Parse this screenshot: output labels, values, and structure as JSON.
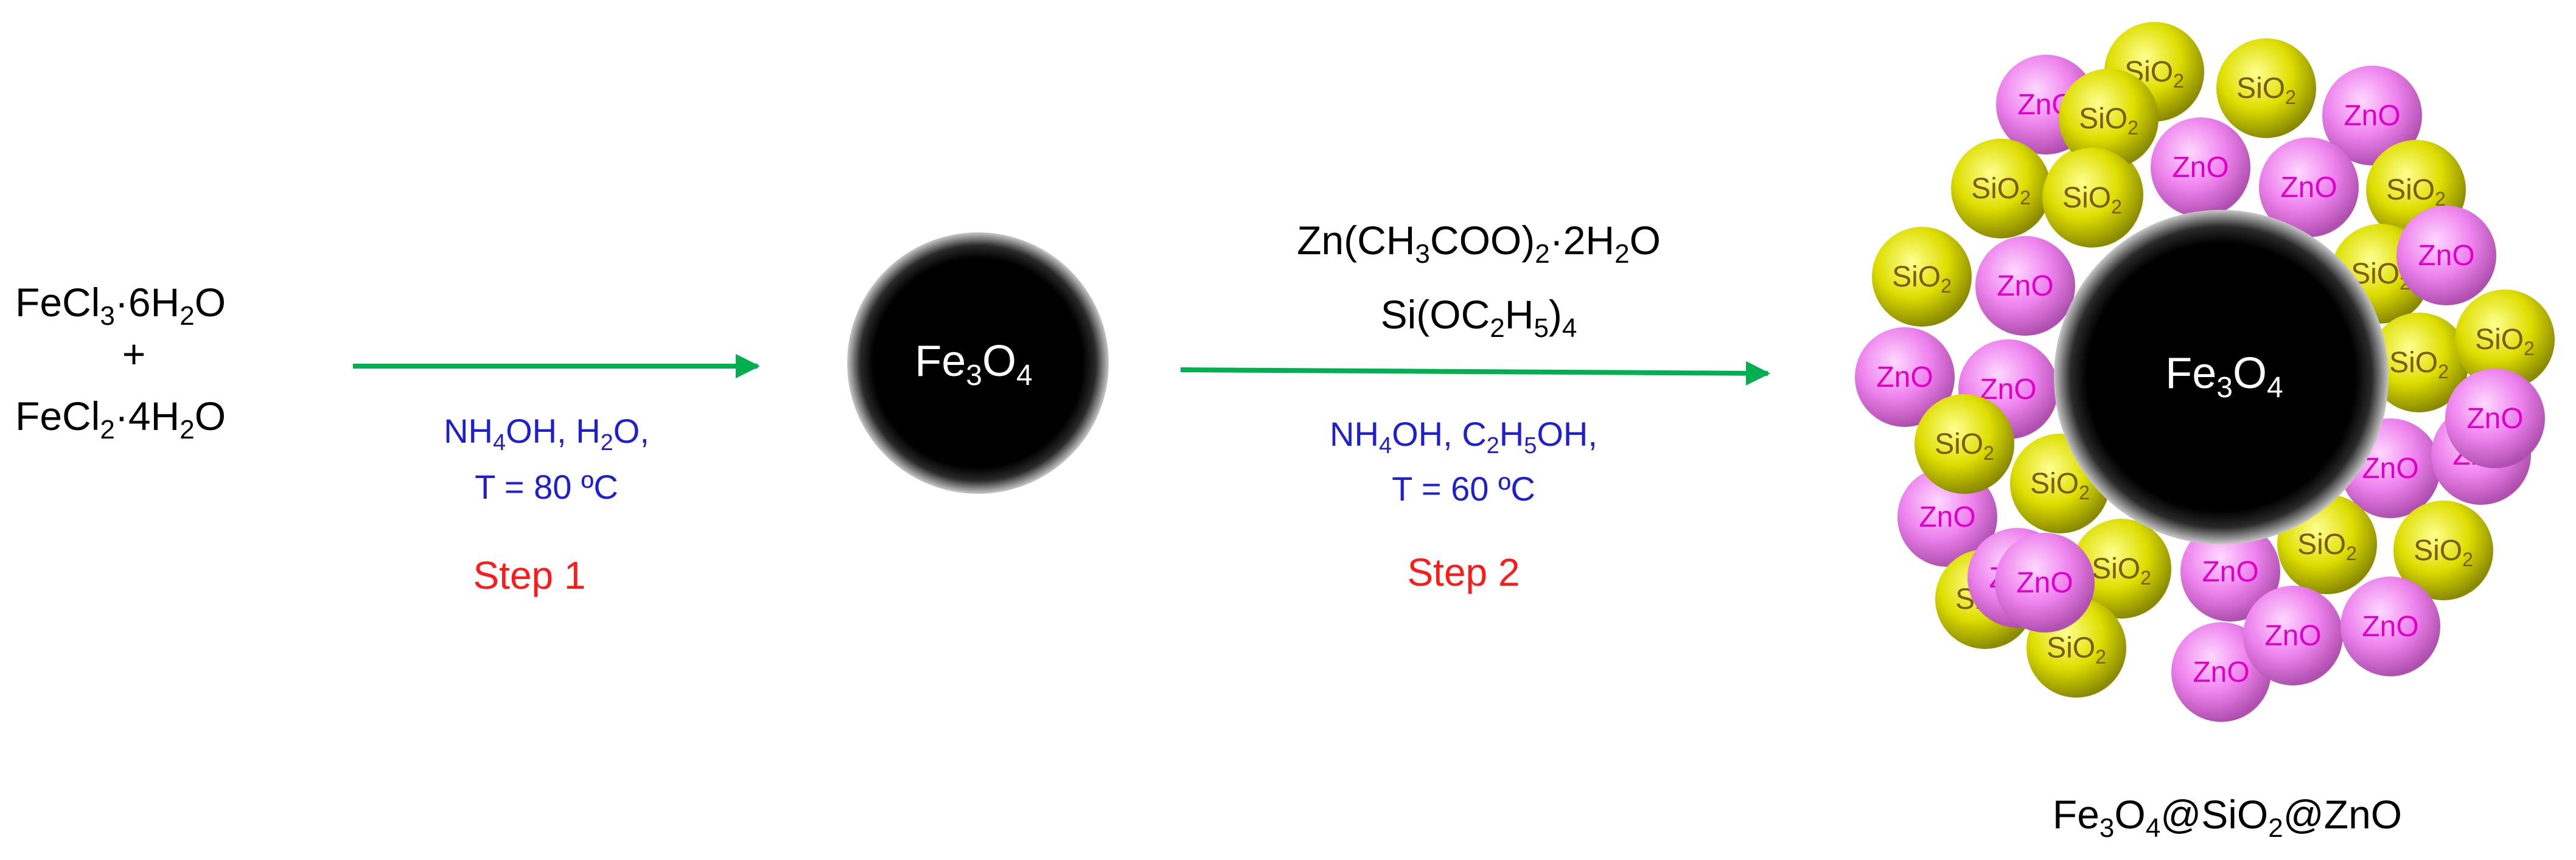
{
  "reactants": {
    "line1": {
      "a": "FeCl",
      "a_sub": "3",
      "b": "·6H",
      "b_sub": "2",
      "c": "O"
    },
    "plus": "+",
    "line2": {
      "a": "FeCl",
      "a_sub": "2",
      "b": "·4H",
      "b_sub": "2",
      "c": "O"
    }
  },
  "step1": {
    "cond1": {
      "a": "NH",
      "a_sub": "4",
      "b": "OH,  H",
      "b_sub": "2",
      "c": "O,"
    },
    "cond2": "T = 80 ºC",
    "label": "Step 1"
  },
  "core": {
    "a": "Fe",
    "a_sub": "3",
    "b": "O",
    "b_sub": "4"
  },
  "step2": {
    "reagent1": {
      "a": "Zn(CH",
      "a_sub": "3",
      "b": "COO)",
      "b_sub": "2",
      "c": "·2H",
      "c_sub": "2",
      "d": "O"
    },
    "reagent2": {
      "a": "Si(OC",
      "a_sub": "2",
      "b": "H",
      "b_sub": "5",
      "c": ")",
      "c_sub": "4"
    },
    "cond1": {
      "a": "NH",
      "a_sub": "4",
      "b": "OH,  C",
      "b_sub": "2",
      "c": "H",
      "c_sub": "5",
      "d": "OH,"
    },
    "cond2": "T = 60 ºC",
    "label": "Step 2"
  },
  "composite": {
    "core": {
      "a": "Fe",
      "a_sub": "3",
      "b": "O",
      "b_sub": "4"
    },
    "zno_label": "ZnO",
    "sio2_label": {
      "a": "SiO",
      "a_sub": "2"
    },
    "caption": {
      "a": "Fe",
      "a_sub": "3",
      "b": "O",
      "b_sub": "4",
      "c": "@SiO",
      "c_sub": "2",
      "d": "@ZnO"
    }
  },
  "colors": {
    "arrow": "#00b050",
    "zno": "#ee82ee",
    "sio2": "#d4d400",
    "core": "#000000",
    "condition_text": "#1f1fd2",
    "step_text": "#ff1a1a"
  }
}
